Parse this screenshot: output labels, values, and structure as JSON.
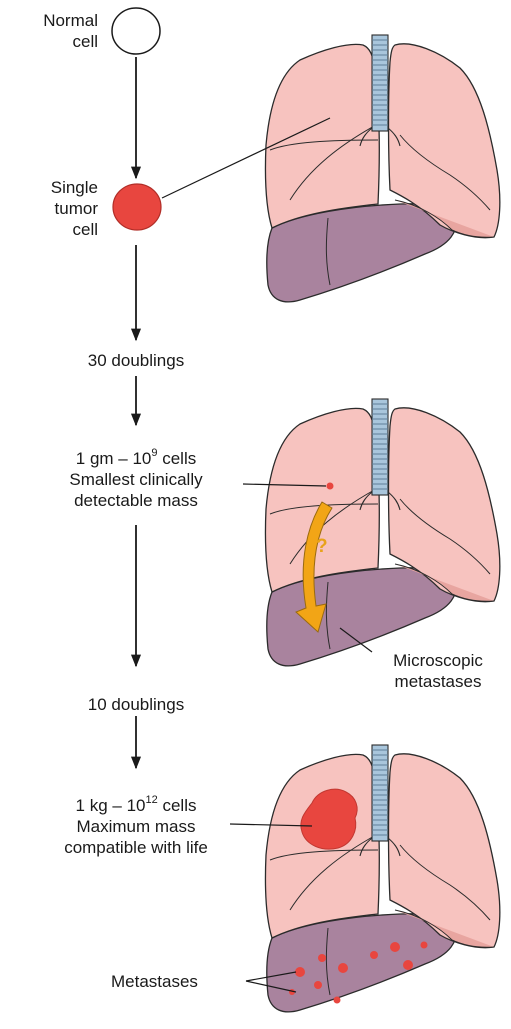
{
  "stages": {
    "normal": {
      "line1": "Normal",
      "line2": "cell"
    },
    "tumor": {
      "line1": "Single",
      "line2": "tumor",
      "line3": "cell"
    },
    "doublings_30": "30 doublings",
    "detectable": {
      "mass_prefix": "1 gm – 10",
      "mass_exp": "9",
      "mass_suffix": " cells",
      "line2": "Smallest clinically",
      "line3": "detectable mass"
    },
    "doublings_10": "10 doublings",
    "maximum": {
      "mass_prefix": "1 kg – 10",
      "mass_exp": "12",
      "mass_suffix": " cells",
      "line2": "Maximum mass",
      "line3": "compatible with life"
    }
  },
  "annotations": {
    "question_mark": "?",
    "micro_line1": "Microscopic",
    "micro_line2": "metastases",
    "metastases": "Metastases"
  },
  "colors": {
    "lung_fill": "#f7c3bf",
    "lung_shade": "#e8a5a0",
    "liver_fill": "#a9839e",
    "tumor": "#e8463f",
    "trachea": "#a9c6dc",
    "arrow_migration": "#f2a516",
    "outline": "#2b2b2b"
  }
}
